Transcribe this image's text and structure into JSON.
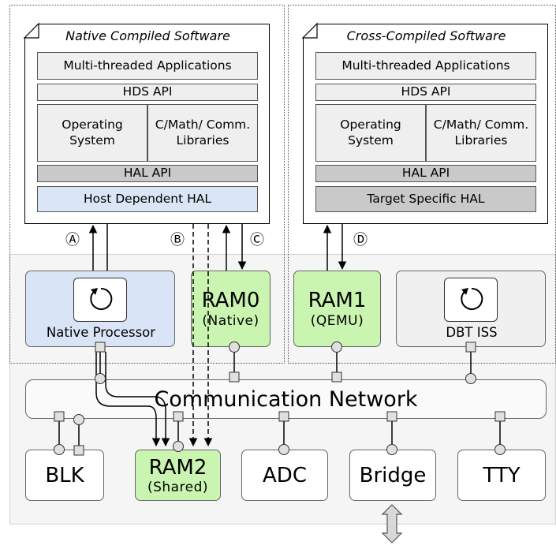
{
  "native_software": {
    "title": "Native Compiled Software",
    "apps": "Multi-threaded Applications",
    "hds_api": "HDS API",
    "os": "Operating System",
    "libs": "C/Math/ Comm. Libraries",
    "hal_api": "HAL API",
    "hal": "Host Dependent HAL"
  },
  "cross_software": {
    "title": "Cross-Compiled Software",
    "apps": "Multi-threaded Applications",
    "hds_api": "HDS API",
    "os": "Operating System",
    "libs": "C/Math/ Comm. Libraries",
    "hal_api": "HAL API",
    "hal": "Target Specific HAL"
  },
  "connection_labels": {
    "a": "Ⓐ",
    "b": "Ⓑ",
    "c": "Ⓒ",
    "d": "Ⓓ"
  },
  "hardware": {
    "native_processor": "Native Processor",
    "ram0": {
      "name": "RAM0",
      "sub": "(Native)"
    },
    "ram1": {
      "name": "RAM1",
      "sub": "(QEMU)"
    },
    "dbt_iss": "DBT ISS",
    "network": "Communication Network",
    "blk": "BLK",
    "ram2": {
      "name": "RAM2",
      "sub": "(Shared)"
    },
    "adc": "ADC",
    "bridge": "Bridge",
    "tty": "TTY"
  },
  "colors": {
    "native_blue": "#dae6f6",
    "ram_green": "#c9f5b1",
    "hal_api_grey": "#c9c9c9",
    "layer_grey": "#efefef"
  },
  "icons": [
    "refresh-cycle-icon",
    "bidirectional-arrow-icon"
  ]
}
